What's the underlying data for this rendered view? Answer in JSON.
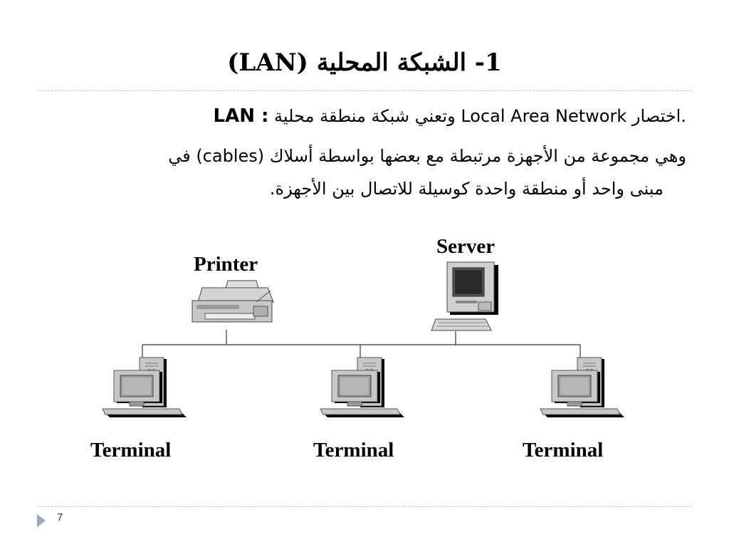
{
  "slide": {
    "title": "1- الشبكة المحلية (LAN)",
    "definition": {
      "term": "LAN :",
      "text_before": "اختصار",
      "english": "Local Area Network",
      "text_after": "وتعني شبكة منطقة محلية."
    },
    "description": {
      "line1_start": "وهي مجموعة من الأجهزة مرتبطة مع بعضها بواسطة أسلاك",
      "line1_english": "(cables)",
      "line1_end": "في",
      "line2": "مبنى واحد أو منطقة واحدة كوسيلة للاتصال بين الأجهزة."
    },
    "page_number": "7"
  },
  "diagram": {
    "nodes": {
      "server": {
        "label": "Server",
        "icon": "server-computer-icon"
      },
      "printer": {
        "label": "Printer",
        "icon": "printer-icon"
      },
      "terminals": [
        {
          "label": "Terminal",
          "icon": "terminal-computer-icon"
        },
        {
          "label": "Terminal",
          "icon": "terminal-computer-icon"
        },
        {
          "label": "Terminal",
          "icon": "terminal-computer-icon"
        }
      ]
    }
  },
  "colors": {
    "rule": "#b9c0c8",
    "nav_arrow": "#9aa9bb",
    "device_gray": "#c8c8c8",
    "screen": "#3a3a3a"
  }
}
